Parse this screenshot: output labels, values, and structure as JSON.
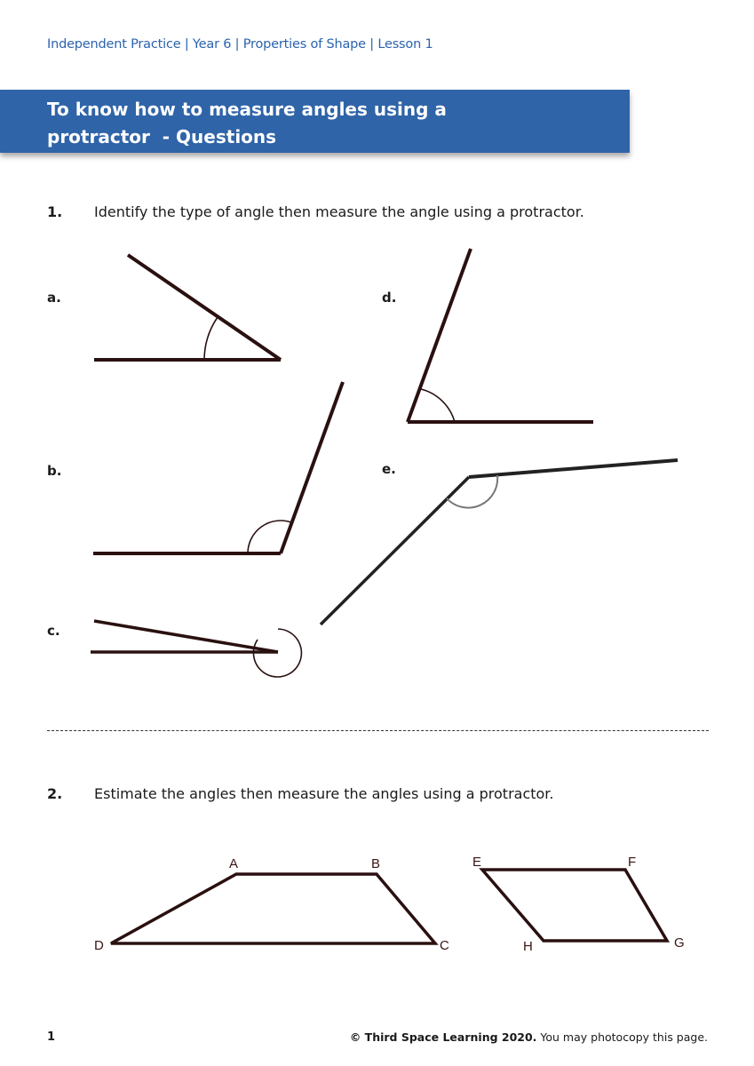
{
  "header": {
    "breadcrumb": "Independent Practice | Year 6 | Properties of Shape | Lesson 1",
    "title_line1": "To know how to measure angles using a",
    "title_line2": "protractor  - Questions"
  },
  "question1": {
    "number": "1.",
    "text": "Identify the type of angle then measure the angle using a protractor.",
    "parts": [
      "a.",
      "b.",
      "c.",
      "d.",
      "e."
    ]
  },
  "question2": {
    "number": "2.",
    "text": "Estimate the angles then measure the angles using a protractor.",
    "trapezium_vertices": [
      "A",
      "B",
      "C",
      "D"
    ],
    "parallelogram_vertices": [
      "E",
      "F",
      "G",
      "H"
    ]
  },
  "footer": {
    "page_number": "1",
    "copyright": "© Third Space Learning 2020.",
    "note": " You may photocopy this page."
  },
  "colors": {
    "banner": "#2f64a8",
    "breadcrumb": "#2b63ae",
    "line": "#2a1010"
  }
}
